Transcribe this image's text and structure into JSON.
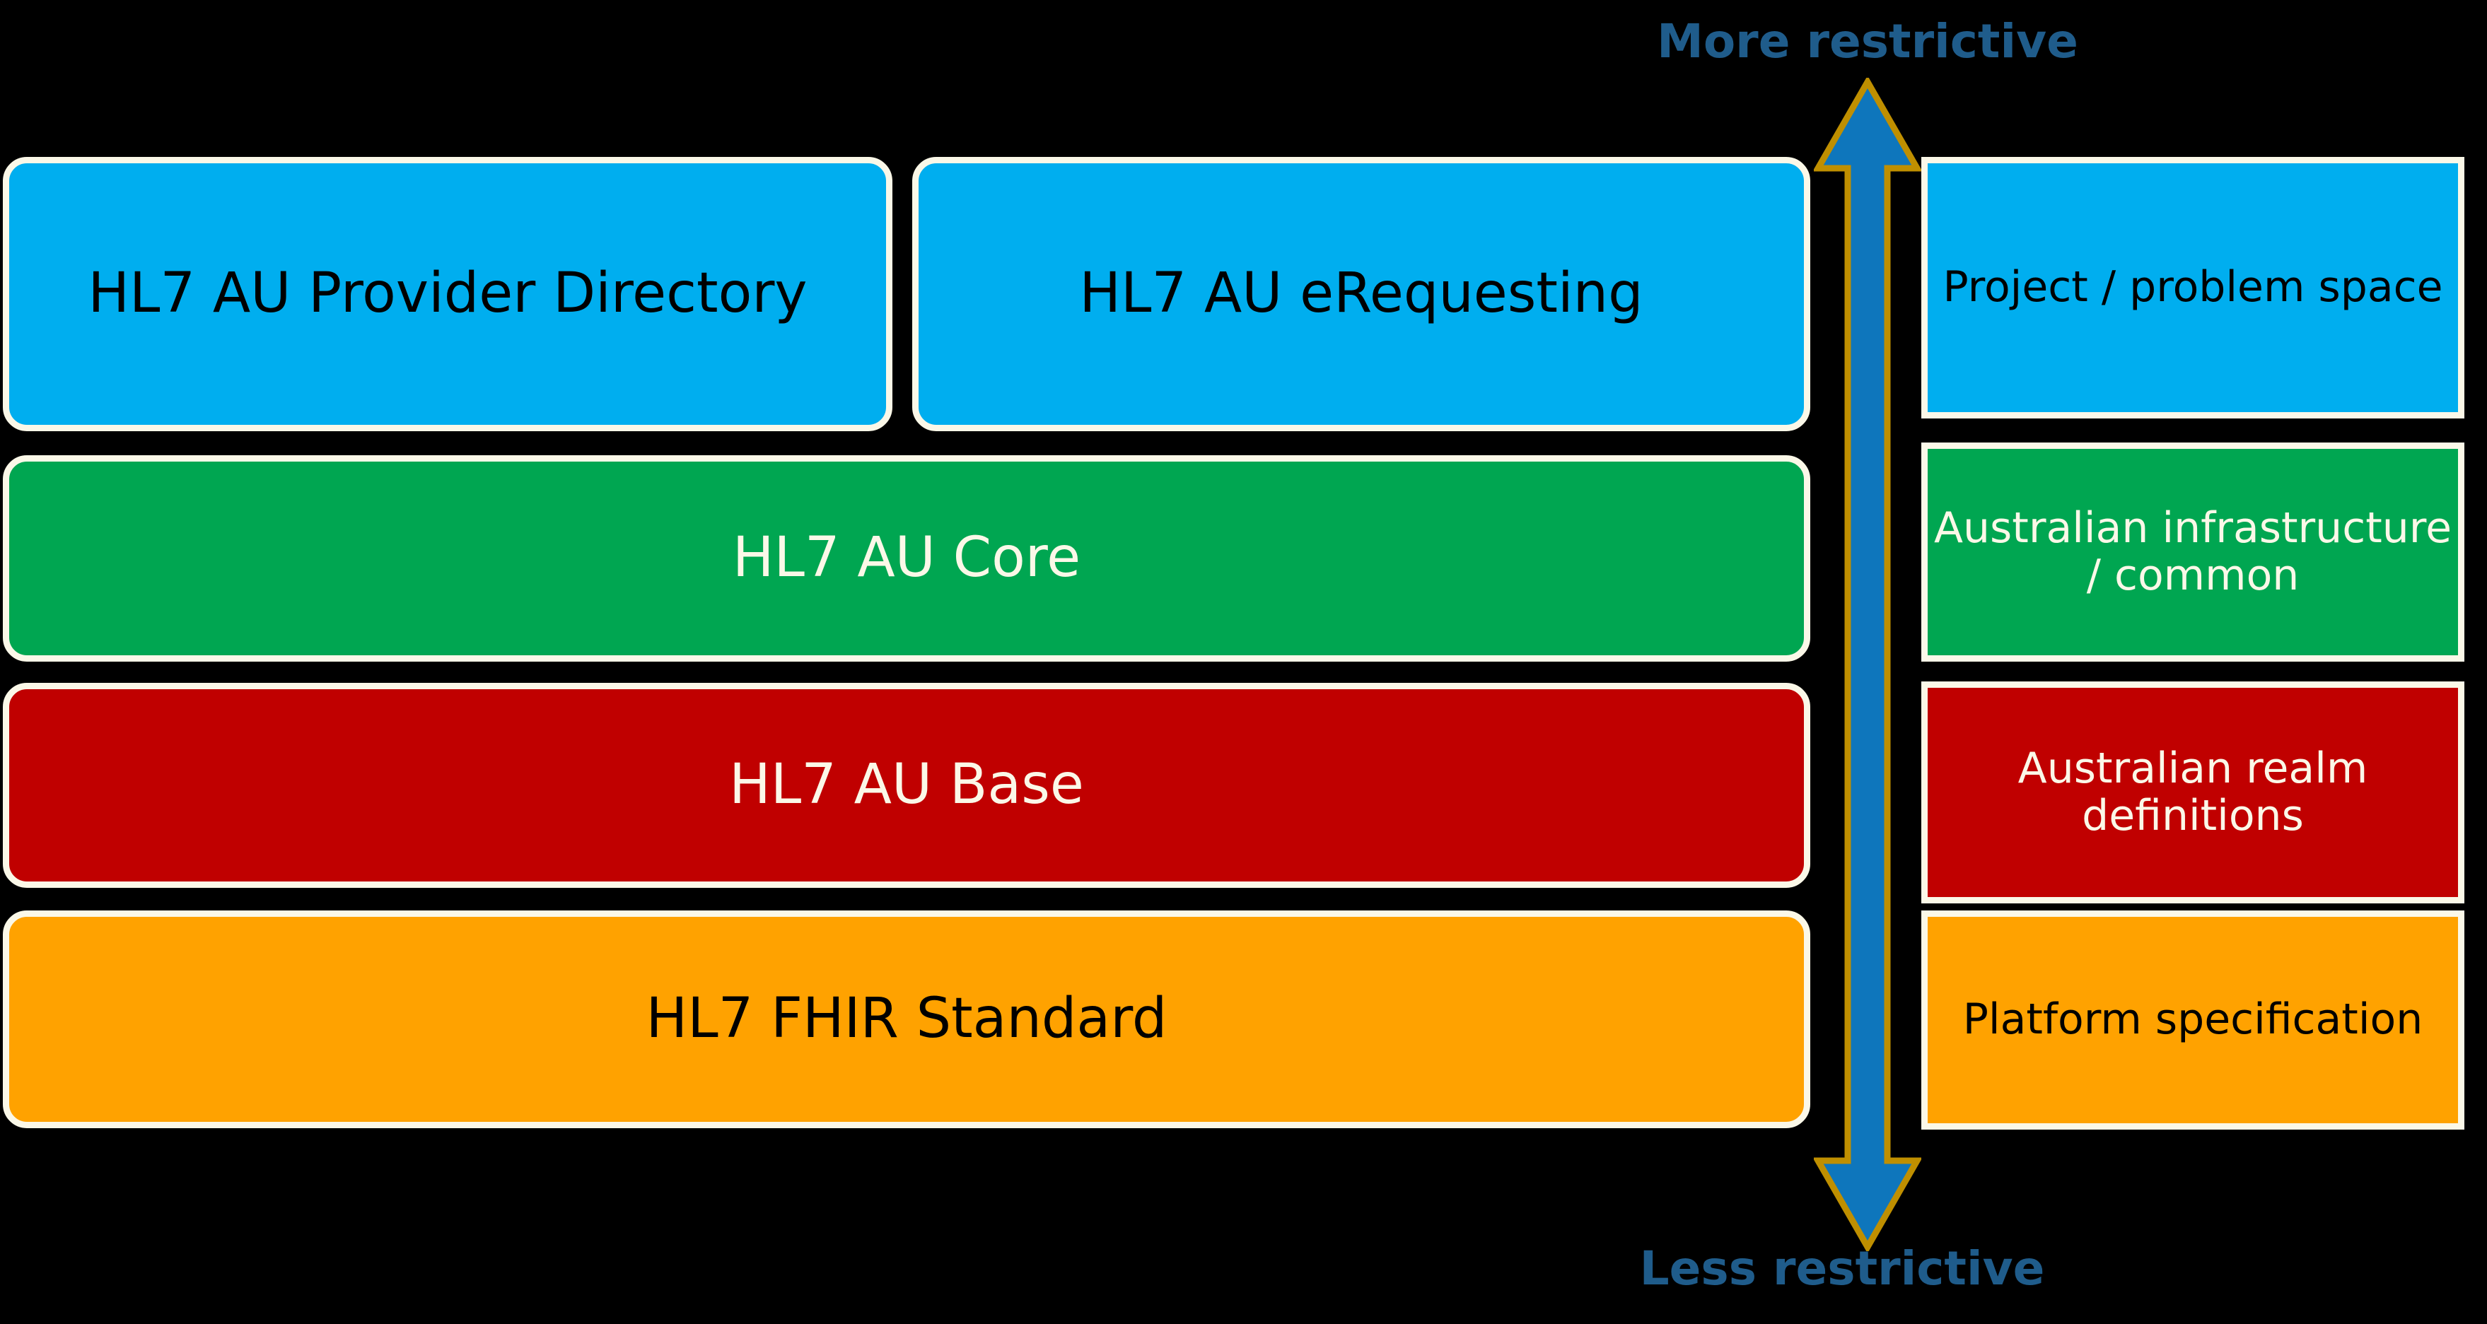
{
  "background_color": "#000000",
  "palette": {
    "blue": "#00AEEF",
    "green": "#00A651",
    "red": "#C00000",
    "orange": "#FFA200",
    "border_cream": "#FBF8E8",
    "arrow_fill": "#0E76BC",
    "arrow_stroke": "#BF8F00",
    "caption_text": "#1F5C8B",
    "dark_text": "#000000",
    "light_text": "#FBF8E8"
  },
  "stack": {
    "rows": [
      {
        "level": 1,
        "boxes": [
          {
            "label": "HL7 AU Provider Directory",
            "color": "blue"
          },
          {
            "label": "HL7 AU eRequesting",
            "color": "blue"
          }
        ]
      },
      {
        "level": 2,
        "boxes": [
          {
            "label": "HL7 AU Core",
            "color": "green"
          }
        ]
      },
      {
        "level": 3,
        "boxes": [
          {
            "label": "HL7 AU Base",
            "color": "red"
          }
        ]
      },
      {
        "level": 4,
        "boxes": [
          {
            "label": "HL7 FHIR Standard",
            "color": "orange"
          }
        ]
      }
    ]
  },
  "legend": {
    "items": [
      {
        "label": "Project / problem space",
        "color": "blue"
      },
      {
        "label": "Australian infrastructure / common",
        "color": "green"
      },
      {
        "label": "Australian realm definitions",
        "color": "red"
      },
      {
        "label": "Platform specification",
        "color": "orange"
      }
    ]
  },
  "axis": {
    "icon": "double-headed-vertical-arrow-icon",
    "top_caption": "More restrictive",
    "bottom_caption": "Less restrictive"
  }
}
